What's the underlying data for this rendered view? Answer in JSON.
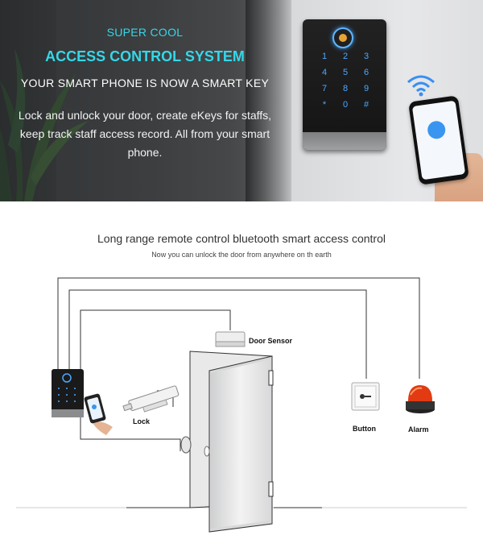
{
  "hero": {
    "super_title": "SUPER COOL",
    "title": "ACCESS CONTROL SYSTEM",
    "subtitle": "YOUR SMART PHONE IS NOW A SMART KEY",
    "description": "Lock and unlock your door, create eKeys for staffs, keep track staff access record. All from your smart phone.",
    "keypad_keys": [
      "1",
      "2",
      "3",
      "4",
      "5",
      "6",
      "7",
      "8",
      "9",
      "*",
      "0",
      "#"
    ]
  },
  "section": {
    "title": "Long range remote control bluetooth smart access control",
    "subtitle": "Now you can unlock the door from anywhere on th earth"
  },
  "labels": {
    "door_sensor": "Door Sensor",
    "lock": "Lock",
    "button": "Button",
    "alarm": "Alarm"
  },
  "colors": {
    "accent": "#35d7e8",
    "keypad_led": "#4ca8ff",
    "alarm": "#e23a12"
  }
}
